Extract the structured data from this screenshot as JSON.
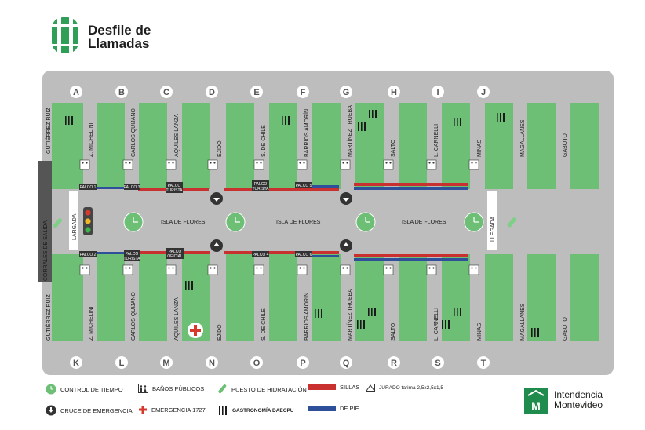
{
  "header": {
    "title_line1": "Desfile de",
    "title_line2": "Llamadas"
  },
  "top_letters": [
    "A",
    "B",
    "C",
    "D",
    "E",
    "F",
    "G",
    "H",
    "I",
    "J"
  ],
  "bottom_letters": [
    "K",
    "L",
    "M",
    "N",
    "O",
    "P",
    "Q",
    "R",
    "S",
    "T"
  ],
  "top_streets": [
    "GUTIÉRREZ RUIZ",
    "Z. MICHELINI",
    "CARLOS QUIJANO",
    "AQUILES LANZA",
    "EJIDO",
    "S. DE CHILE",
    "BARRIOS AMORÍN",
    "MARTÍNEZ TRUEBA",
    "SALTO",
    "L. CARNELLI",
    "MINAS",
    "MAGALLANES",
    "GABOTO"
  ],
  "bottom_streets": [
    "GUTIÉRREZ RUIZ",
    "Z. MICHELINI",
    "CARLOS QUIJANO",
    "AQUILES LANZA",
    "EJIDO",
    "S. DE CHILE",
    "BARRIOS AMORÍN",
    "MARTÍNEZ TRUEBA",
    "SALTO",
    "L. CARNELLI",
    "MINAS",
    "MAGALLANES",
    "GABOTO"
  ],
  "corrales": "CORRALES DE SALIDA",
  "largada": "LARGADA",
  "llegada": "LLEGADA",
  "islands": [
    "ISLA DE FLORES",
    "ISLA DE FLORES",
    "ISLA DE FLORES"
  ],
  "palcos_top": [
    "PALCO 1",
    "PALCO 3",
    "PALCO",
    "TURISTA",
    "PALCO",
    "TURISTA",
    "PALCO 5"
  ],
  "palcos_bottom": [
    "PALCO 2",
    "PALCO",
    "TURISTA",
    "PALCO",
    "OFICIAL",
    "PALCO 4",
    "PALCO 6"
  ],
  "legend": {
    "control": "CONTROL DE TIEMPO",
    "banos": "BAÑOS PÚBLICOS",
    "hidratacion": "PUESTO DE HIDRATACIÓN",
    "sillas": "SILLAS",
    "jurado": "JURADO tarima 2,5x2,5x1,5",
    "cruce": "CRUCE DE EMERGENCIA",
    "emergencia": "EMERGENCIA 1727",
    "gastronomia": "GASTRONOMÍA DAECPU",
    "depie": "DE PIE"
  },
  "logo": {
    "line1": "Intendencia",
    "line2": "Montevideo"
  },
  "colors": {
    "block": "#6cbf75",
    "street": "#bdbdbd",
    "sillas": "#c8312f",
    "depie": "#2e4f9a",
    "accent": "#1f8b4c"
  }
}
